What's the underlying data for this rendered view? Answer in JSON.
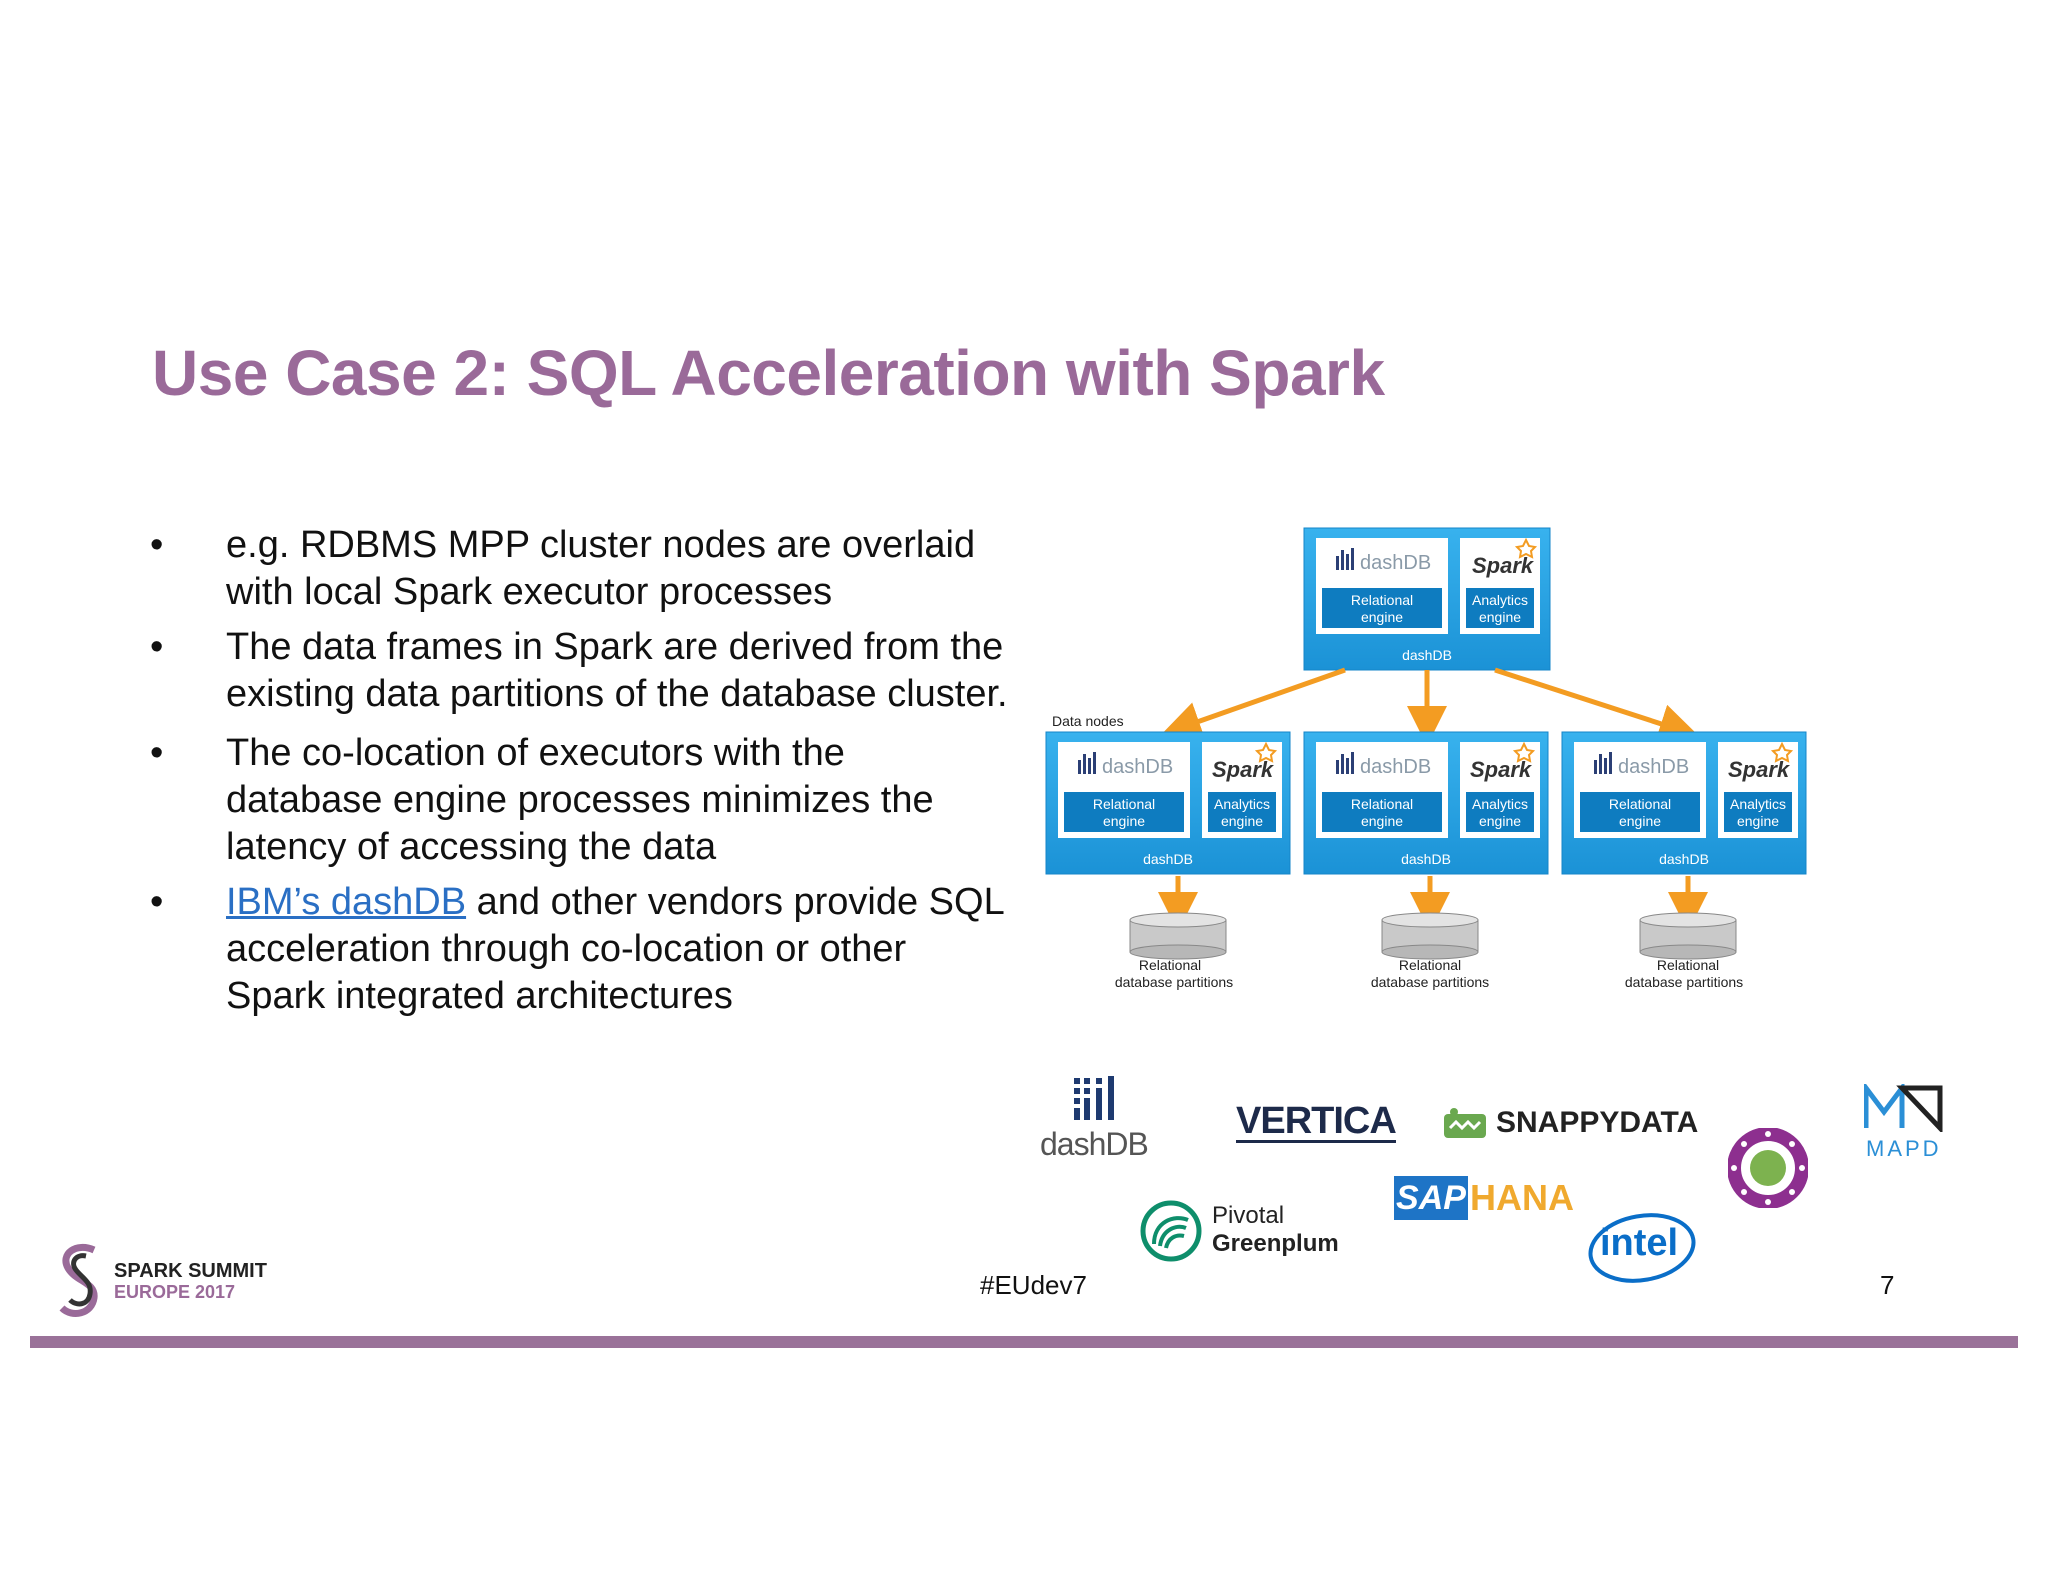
{
  "slide": {
    "title": "Use Case 2: SQL Acceleration with Spark",
    "bullet_marker": "•",
    "bullets": [
      {
        "text": "e.g. RDBMS MPP cluster nodes are overlaid with local Spark executor processes"
      },
      {
        "text": "The data frames in Spark are derived from the existing data partitions of the database cluster."
      },
      {
        "text": "The co-location of executors with the database engine processes minimizes the latency of accessing the data"
      },
      {
        "link_text": "IBM’s dashDB",
        "text": " and other vendors provide SQL acceleration through co-location or other Spark integrated architectures"
      }
    ]
  },
  "diagram": {
    "data_nodes_label": "Data nodes",
    "dashdb_label": "dashDB",
    "spark_label": "Spark",
    "relational_engine": [
      "Relational",
      "engine"
    ],
    "analytics_engine": [
      "Analytics",
      "engine"
    ],
    "partitions_label": [
      "Relational",
      "database partitions"
    ]
  },
  "logos": {
    "dashdb": "dashDB",
    "vertica": "VERTICA",
    "snappydata": "SNAPPYDATA",
    "mapd": "MAPD",
    "pivotal": "Pivotal",
    "greenplum": "Greenplum",
    "sap": "SAP",
    "hana": "HANA",
    "intel": "intel"
  },
  "footer": {
    "brand_line1": "SPARK SUMMIT",
    "brand_line2": "EUROPE 2017",
    "hashtag": "#EUdev7",
    "page_number": "7"
  },
  "colors": {
    "title": "#9a6a99",
    "accent_bar": "#9a7299",
    "node_blue": "#1f9fe0",
    "arrow_orange": "#f39c22",
    "link_blue": "#2a6fc4"
  }
}
